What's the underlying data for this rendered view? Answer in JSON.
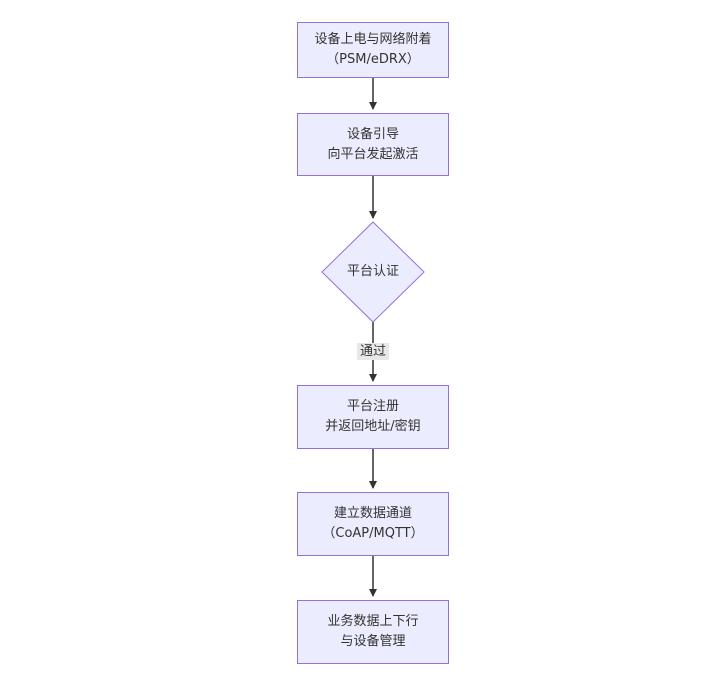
{
  "diagram": {
    "type": "flowchart-vertical",
    "nodes": {
      "power_on": {
        "line1": "设备上电与网络附着",
        "line2": "（PSM/eDRX）"
      },
      "bootstrap": {
        "line1": "设备引导",
        "line2": "向平台发起激活"
      },
      "auth_decision": {
        "label": "平台认证"
      },
      "register": {
        "line1": "平台注册",
        "line2": "并返回地址/密钥"
      },
      "data_channel": {
        "line1": "建立数据通道",
        "line2": "（CoAP/MQTT）"
      },
      "business": {
        "line1": "业务数据上下行",
        "line2": "与设备管理"
      }
    },
    "edges": {
      "auth_pass_label": "通过"
    },
    "colors": {
      "node_fill": "#ECECFF",
      "node_border": "#9370DB",
      "text": "#333333",
      "arrow": "#333333",
      "edge_label_bg": "#e8e8e8",
      "background": "#ffffff"
    }
  }
}
